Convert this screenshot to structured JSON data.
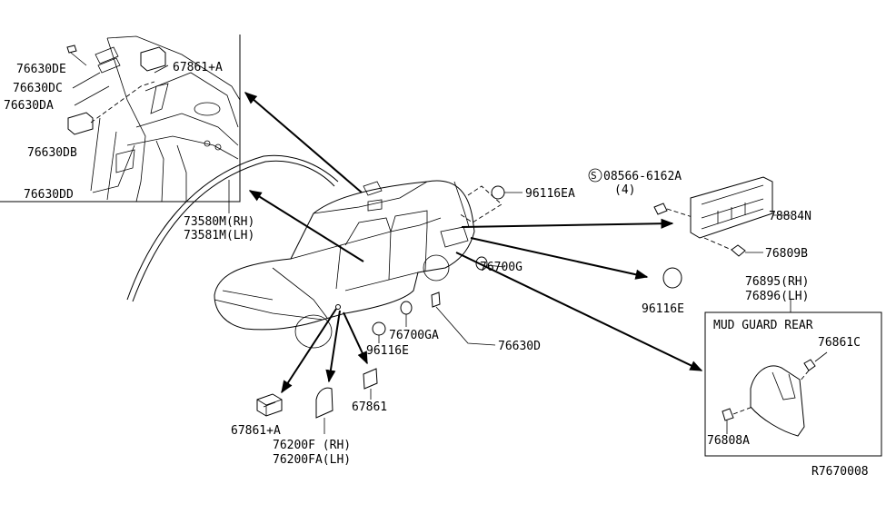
{
  "labels": {
    "inset_76630de": "76630DE",
    "inset_76630dc": "76630DC",
    "inset_76630da": "76630DA",
    "inset_76630db": "76630DB",
    "inset_76630dd": "76630DD",
    "inset_67861a": "67861+A",
    "moulding_rh": "73580M(RH)",
    "moulding_lh": "73581M(LH)",
    "screw_code": "08566-6162A",
    "screw_qty": "(4)",
    "grille": "78884N",
    "clip_76809b": "76809B",
    "plug_96116ea": "96116EA",
    "plug_76700g": "76700G",
    "plug_96116e_right": "96116E",
    "mud_rh": "76895(RH)",
    "mud_lh": "76896(LH)",
    "mud_title": "MUD GUARD REAR",
    "mud_clip": "76861C",
    "mud_screw": "76808A",
    "plug_76700ga": "76700GA",
    "plug_96116e_mid": "96116E",
    "seal_76630d": "76630D",
    "label_67861": "67861",
    "label_67861a_bottom": "67861+A",
    "guard_rh": "76200F (RH)",
    "guard_lh": "76200FA(LH)",
    "diagram_code": "R7670008"
  }
}
